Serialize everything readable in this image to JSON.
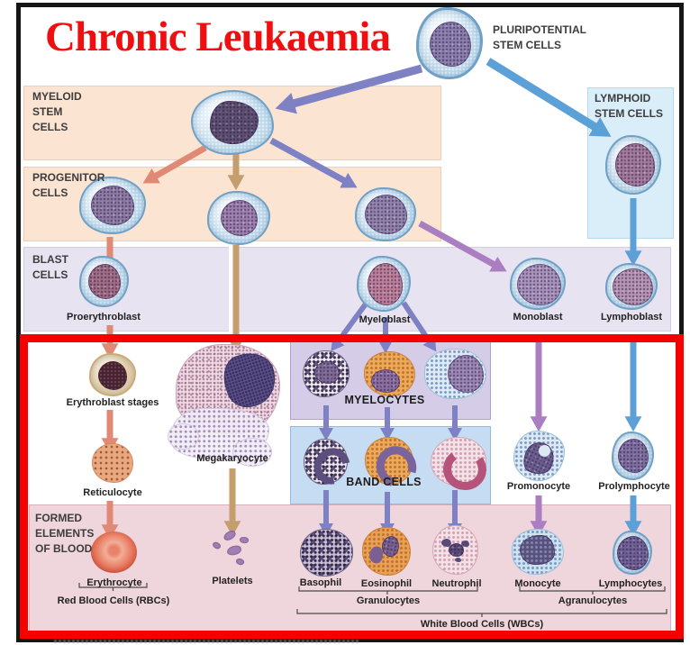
{
  "title": "Chronic Leukaemia",
  "stages": {
    "pluripotential": "PLURIPOTENTIAL STEM CELLS",
    "myeloid_stem": "MYELOID STEM CELLS",
    "lymphoid_stem": "LYMPHOID STEM CELLS",
    "progenitor": "PROGENITOR CELLS",
    "blast": "BLAST CELLS",
    "formed": "FORMED ELEMENTS OF BLOOD"
  },
  "cells": {
    "proerythroblast": "Proerythroblast",
    "myeloblast": "Myeloblast",
    "monoblast": "Monoblast",
    "lymphoblast": "Lymphoblast",
    "erythroblast_stages": "Erythroblast stages",
    "megakaryocyte": "Megakaryocyte",
    "reticulocyte": "Reticulocyte",
    "myelocytes": "MYELOCYTES",
    "band_cells": "BAND CELLS",
    "promonocyte": "Promonocyte",
    "prolymphocyte": "Prolymphocyte",
    "erythrocyte": "Erythrocyte",
    "platelets": "Platelets",
    "basophil": "Basophil",
    "eosinophil": "Eosinophil",
    "neutrophil": "Neutrophil",
    "monocyte": "Monocyte",
    "lymphocytes": "Lymphocytes"
  },
  "groups": {
    "rbc": "Red Blood Cells (RBCs)",
    "granulocytes": "Granulocytes",
    "agranulocytes": "Agranulocytes",
    "wbc": "White Blood Cells (WBCs)"
  },
  "colors": {
    "title_red": "#ee1010",
    "highlight_border_red": "#f60000",
    "frame_black": "#161616",
    "myeloid_box_bg": "#fce4d2",
    "lymphoid_box_bg": "#daeefa",
    "blast_box_bg": "#e8e3f0",
    "myelocytes_box_bg": "#d5cce7",
    "band_box_bg": "#c5dcf2",
    "formed_box_bg": "#efd5dc",
    "arrow_erythroid": "#e08a76",
    "arrow_megakaryocytic": "#c59e6e",
    "arrow_granulocytic": "#7e82c4",
    "arrow_monocytic": "#aa7ec0",
    "arrow_lymphoid": "#5ca0d8"
  }
}
